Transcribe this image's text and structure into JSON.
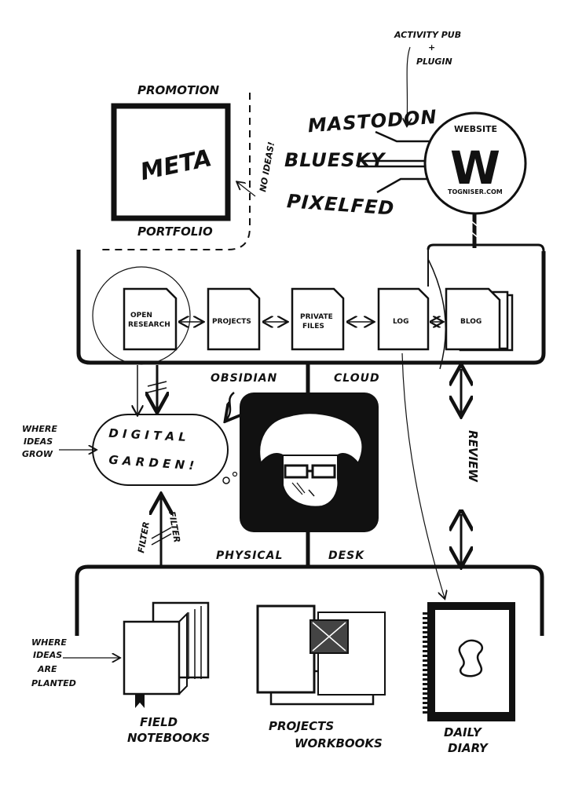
{
  "top_right": {
    "activity_pub": "ACTIVITY PUB",
    "plus": "+",
    "plugin": "PLUGIN"
  },
  "promotion": {
    "title": "PROMOTION",
    "box_text": "META",
    "caption": "PORTFOLIO",
    "side_note": "NO IDEAS!"
  },
  "social": {
    "mastodon": "MASTODON",
    "bluesky": "BLUESKY",
    "pixelfed": "PIXELFED"
  },
  "website": {
    "label": "WEBSITE",
    "logo": "W",
    "url": "TOGNISER.COM"
  },
  "cloud_docs": [
    {
      "label_1": "OPEN",
      "label_2": "RESEARCH"
    },
    {
      "label_1": "PROJECTS",
      "label_2": ""
    },
    {
      "label_1": "PRIVATE",
      "label_2": "FILES"
    },
    {
      "label_1": "LOG",
      "label_2": ""
    },
    {
      "label_1": "BLOG",
      "label_2": ""
    }
  ],
  "obsidian": "OBSIDIAN",
  "cloud": "CLOUD",
  "garden": {
    "line_1": "D I G I T A L",
    "line_2": "G A R D E N !",
    "note_1": "WHERE",
    "note_2": "IDEAS",
    "note_3": "GROW"
  },
  "filter": {
    "left": "FILTER",
    "right": "FILTER"
  },
  "review": "REVIEW",
  "physical": "PHYSICAL",
  "desk": "DESK",
  "planted_note": {
    "l1": "WHERE",
    "l2": "IDEAS",
    "l3": "ARE",
    "l4": "PLANTED"
  },
  "books": [
    {
      "line_1": "FIELD",
      "line_2": "NOTEBOOKS"
    },
    {
      "line_1": "PROJECTS",
      "line_2": "WORKBOOKS"
    },
    {
      "line_1": "DAILY",
      "line_2": "DIARY"
    }
  ]
}
